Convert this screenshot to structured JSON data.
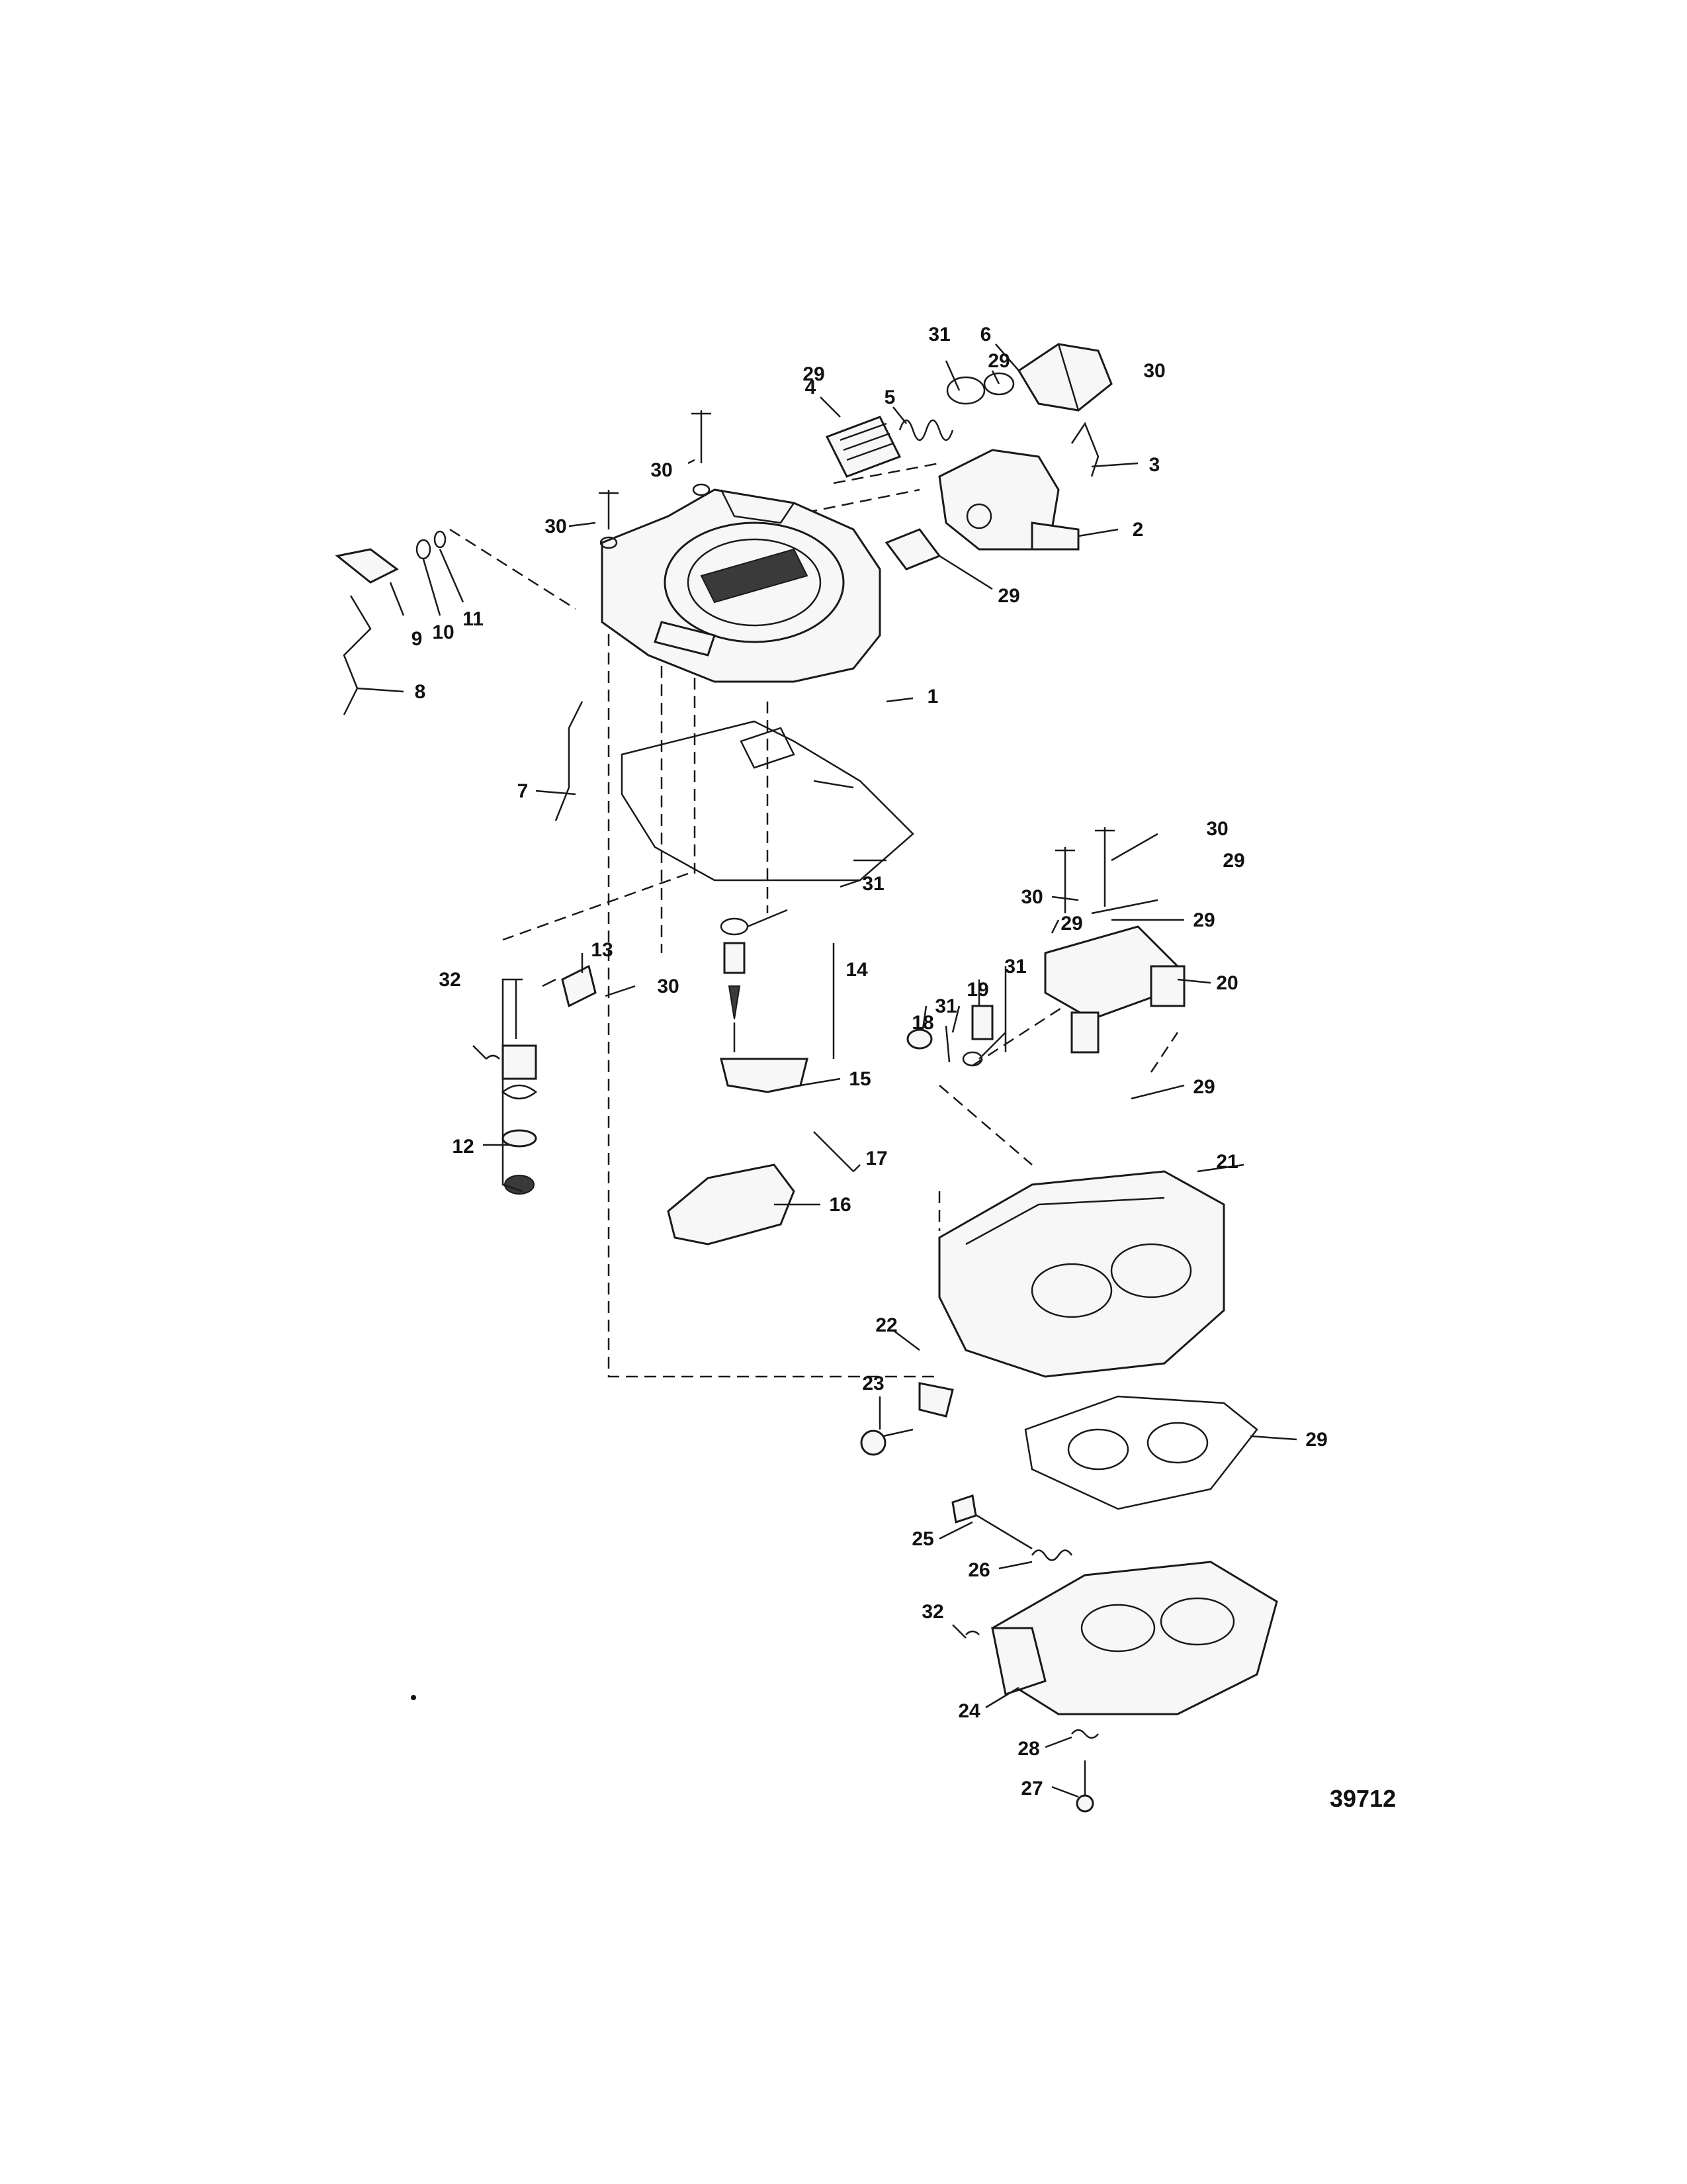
{
  "figure_number": "39712",
  "callouts": {
    "c1": "1",
    "c2": "2",
    "c3": "3",
    "c4": "4",
    "c5": "5",
    "c6": "6",
    "c7": "7",
    "c8": "8",
    "c9": "9",
    "c10": "10",
    "c11": "11",
    "c12": "12",
    "c13": "13",
    "c14": "14",
    "c15": "15",
    "c16": "16",
    "c17": "17",
    "c18": "18",
    "c19": "19",
    "c20": "20",
    "c21": "21",
    "c22": "22",
    "c23": "23",
    "c24": "24",
    "c25": "25",
    "c26": "26",
    "c27": "27",
    "c28": "28",
    "c29": "29",
    "c30": "30",
    "c31": "31",
    "c32": "32"
  }
}
